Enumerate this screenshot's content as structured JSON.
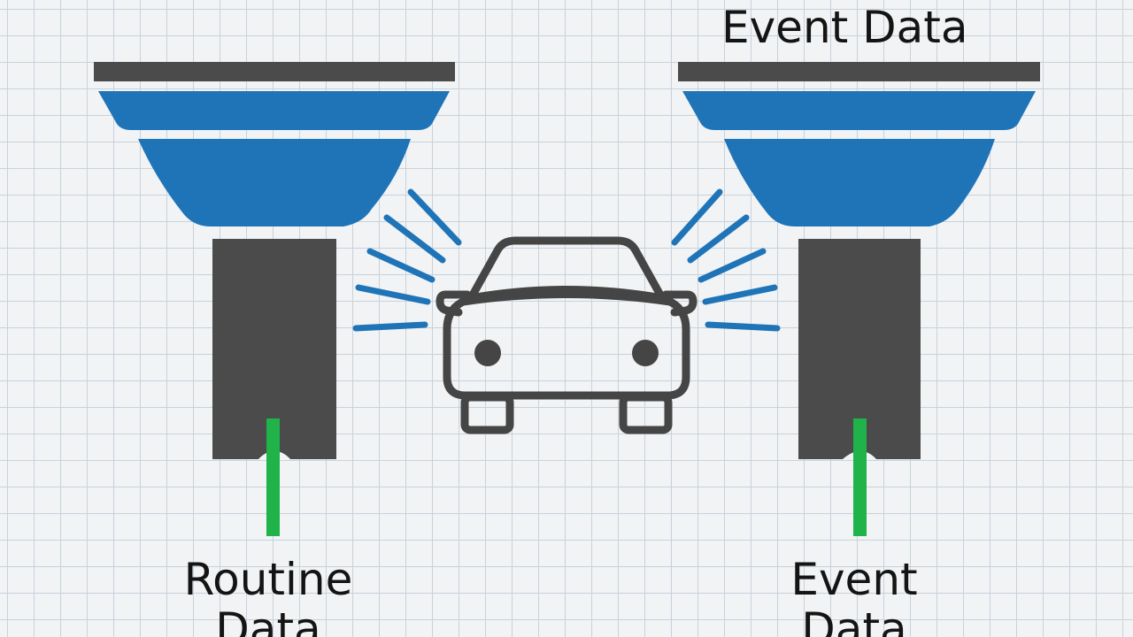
{
  "title": "Event Data",
  "left_collector": {
    "label_line1": "Routine",
    "label_line2": "Data"
  },
  "right_collector": {
    "label_line1": "Event",
    "label_line2": "Data"
  },
  "colors": {
    "funnel_blue": "#1f74b8",
    "body_gray": "#4b4b4b",
    "output_green": "#1fb34a",
    "car_outline": "#454545",
    "signal_blue": "#1f74b8",
    "grid": "#c8d2dc",
    "background": "#f1f3f4"
  }
}
